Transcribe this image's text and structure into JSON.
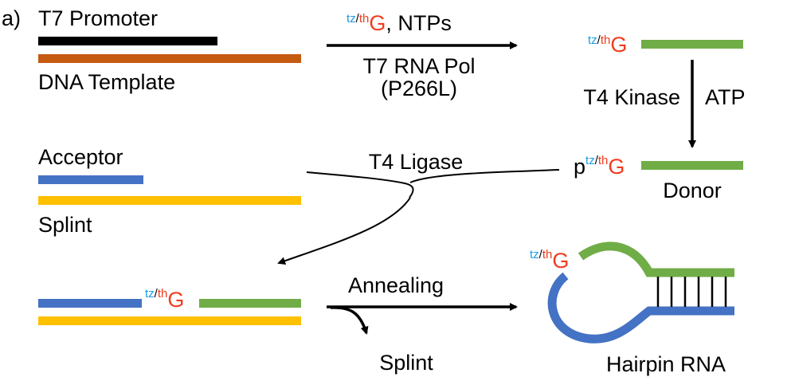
{
  "figure": {
    "panel_label": "a)",
    "colors": {
      "promoter": "#000000",
      "template": "#c55a11",
      "donor": "#70ad47",
      "acceptor": "#4472c4",
      "splint": "#ffc000",
      "tz": "#1a9be6",
      "th": "#f03c1e",
      "G": "#f03c1e",
      "arrow": "#000000"
    },
    "step1": {
      "promoter_label": "T7 Promoter",
      "template_label": "DNA Template"
    },
    "transcription": {
      "reagent_tz": "tz",
      "reagent_slash": "/",
      "reagent_th": "th",
      "reagent_G": "G",
      "reagent_rest": ", NTPs",
      "enzyme_line1": "T7 RNA Pol",
      "enzyme_line2": "(P266L)"
    },
    "transcript": {
      "tz": "tz",
      "slash": "/",
      "th": "th",
      "G": "G"
    },
    "kinase": {
      "enzyme": "T4 Kinase",
      "cofactor": "ATP"
    },
    "donor": {
      "p": "p",
      "tz": "tz",
      "slash": "/",
      "th": "th",
      "G": "G",
      "label": "Donor"
    },
    "acceptor_splint": {
      "acceptor_label": "Acceptor",
      "splint_label": "Splint"
    },
    "ligation": {
      "enzyme": "T4 Ligase"
    },
    "ligated": {
      "tz": "tz",
      "slash": "/",
      "th": "th",
      "G": "G"
    },
    "annealing": {
      "label": "Annealing",
      "byproduct": "Splint"
    },
    "hairpin": {
      "tz": "tz",
      "slash": "/",
      "th": "th",
      "G": "G",
      "label": "Hairpin RNA",
      "base_pairs": 6
    }
  }
}
